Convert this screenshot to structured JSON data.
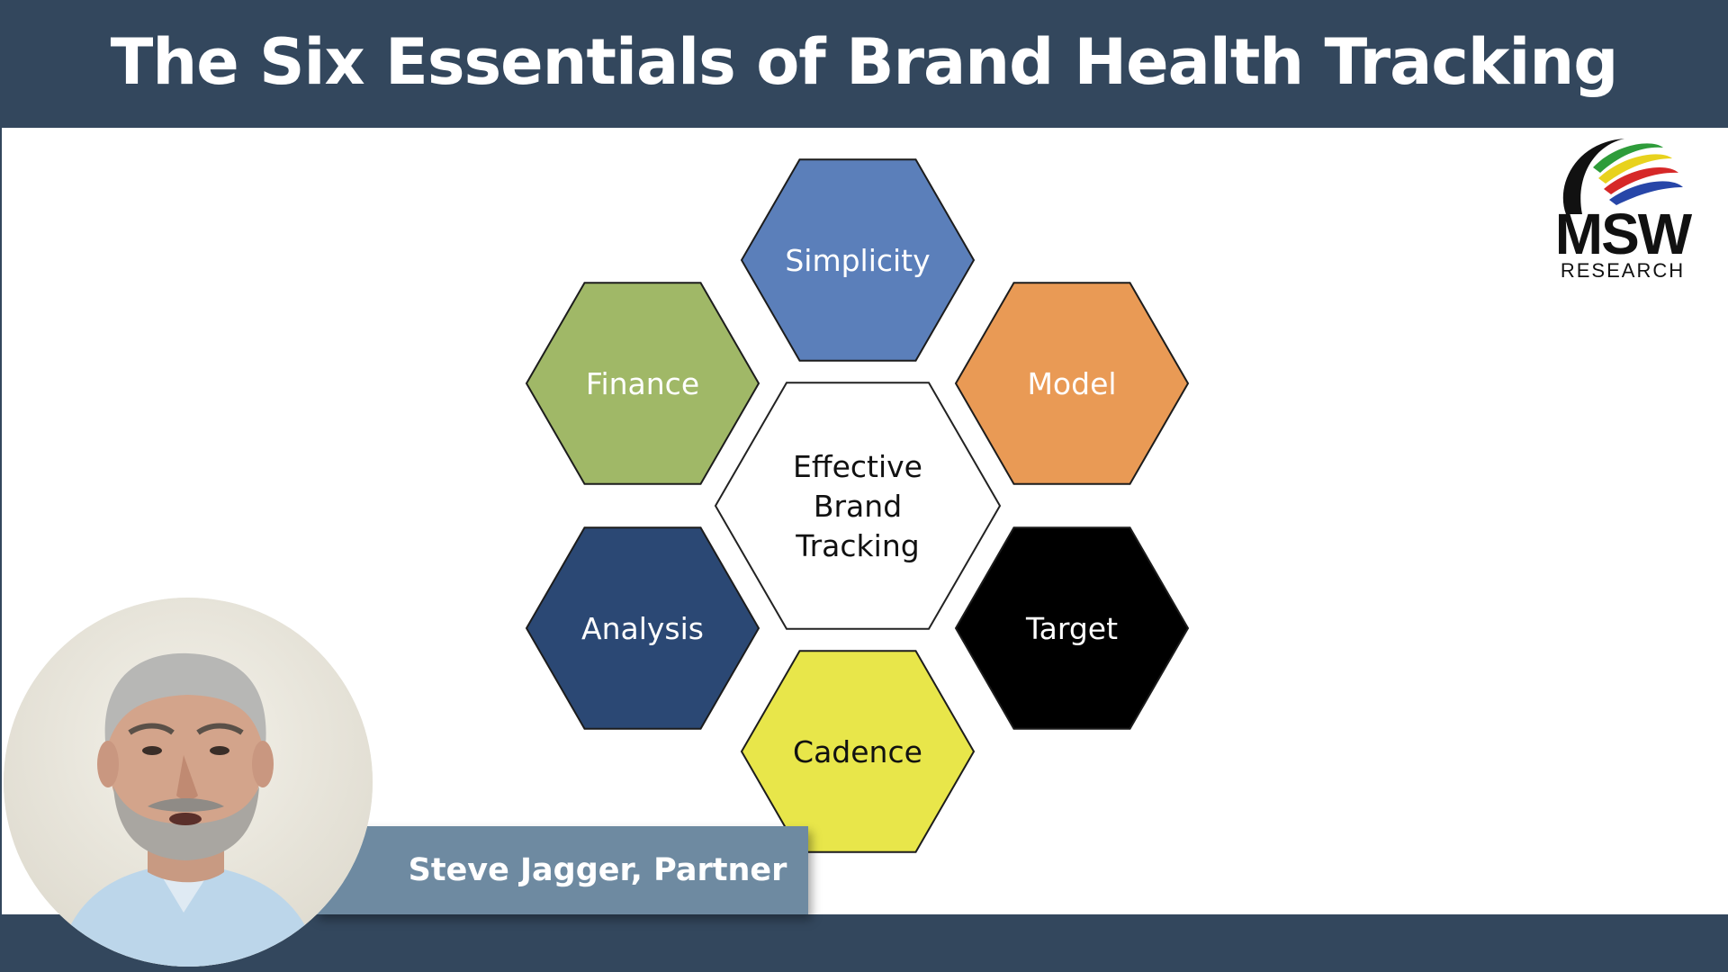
{
  "slide": {
    "title": "The Six Essentials of Brand Health Tracking"
  },
  "diagram": {
    "center": {
      "lines": [
        "Effective",
        "Brand",
        "Tracking"
      ],
      "fill": "#ffffff",
      "text_color": "#111111"
    },
    "hexagons": [
      {
        "id": "simplicity",
        "label": "Simplicity",
        "fill": "#5b7fba",
        "text_color": "#ffffff"
      },
      {
        "id": "model",
        "label": "Model",
        "fill": "#e99a55",
        "text_color": "#ffffff"
      },
      {
        "id": "target",
        "label": "Target",
        "fill": "#000000",
        "text_color": "#ffffff"
      },
      {
        "id": "cadence",
        "label": "Cadence",
        "fill": "#e8e64a",
        "text_color": "#111111"
      },
      {
        "id": "analysis",
        "label": "Analysis",
        "fill": "#2b4874",
        "text_color": "#ffffff"
      },
      {
        "id": "finance",
        "label": "Finance",
        "fill": "#a0b867",
        "text_color": "#ffffff"
      }
    ]
  },
  "logo": {
    "text": "MSW",
    "subtext": "RESEARCH"
  },
  "speaker": {
    "name_title": "Steve Jagger, Partner"
  },
  "colors": {
    "header_bar": "#33475d",
    "name_banner": "#6e8aa1"
  }
}
